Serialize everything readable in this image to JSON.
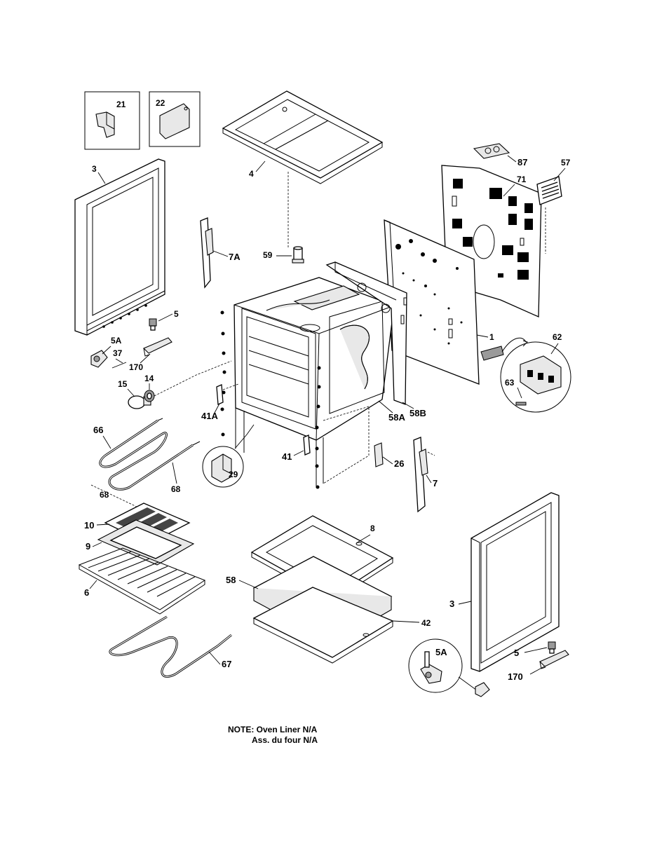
{
  "callouts": {
    "c21": "21",
    "c22": "22",
    "c3a": "3",
    "c4": "4",
    "c87": "87",
    "c71": "71",
    "c57": "57",
    "c7a": "7A",
    "c59": "59",
    "c5a": "5",
    "c5aa": "5A",
    "c37": "37",
    "c170a": "170",
    "c15": "15",
    "c14": "14",
    "c1": "1",
    "c62": "62",
    "c63": "63",
    "c41a": "41A",
    "c58a": "58A",
    "c58b": "58B",
    "c66": "66",
    "c68a": "68",
    "c68b": "68",
    "c29": "29",
    "c41": "41",
    "c26": "26",
    "c7": "7",
    "c10": "10",
    "c9": "9",
    "c6": "6",
    "c8": "8",
    "c58": "58",
    "c42": "42",
    "c3b": "3",
    "c5ab": "5A",
    "c5b": "5",
    "c170b": "170",
    "c67": "67"
  },
  "note": {
    "line1": "NOTE: Oven Liner N/A",
    "line2": "Ass. du four N/A"
  }
}
